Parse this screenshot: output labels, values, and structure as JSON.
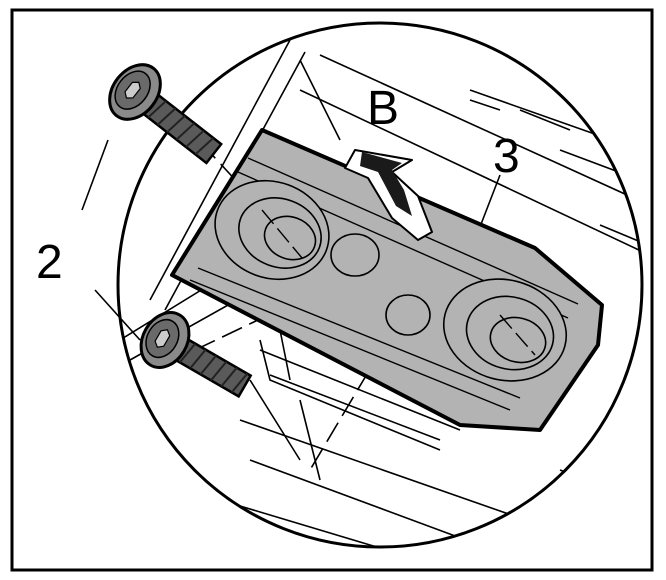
{
  "figure": {
    "labels": {
      "screws": "2",
      "direction": "B",
      "plate": "3"
    },
    "colors": {
      "line": "#000000",
      "background": "#ffffff",
      "plate_fill": "#b3b3b3",
      "screw_fill": "#5a5a5a",
      "screw_head": "#8a8a8a",
      "arrow_fill": "#1a1a1a"
    },
    "icons": {
      "screw": "torx-screw-icon",
      "arrow": "direction-arrow-icon"
    }
  }
}
